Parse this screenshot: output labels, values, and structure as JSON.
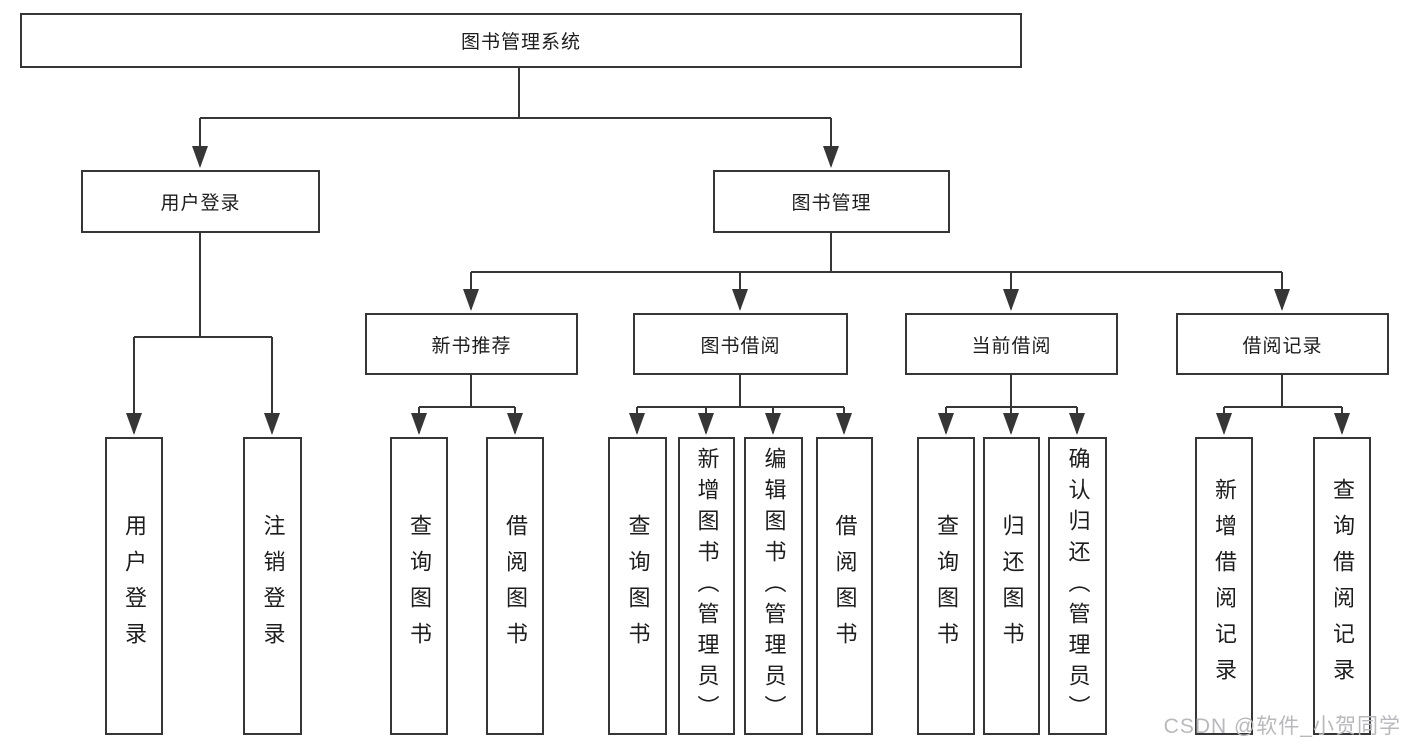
{
  "diagram": {
    "type": "hierarchy-tree",
    "subject": "library management system functional structure",
    "colors": {
      "background": "#ffffff",
      "line": "#363636",
      "box_border": "#363636",
      "box_fill": "#ffffff",
      "text": "#1d1d1d",
      "watermark": "#b9b9bd"
    }
  },
  "nodes": {
    "root": {
      "label": "图书管理系统"
    },
    "user_login": {
      "label": "用户登录"
    },
    "book_mgmt": {
      "label": "图书管理"
    },
    "new_books": {
      "label": "新书推荐"
    },
    "book_borrow": {
      "label": "图书借阅"
    },
    "current_borrow": {
      "label": "当前借阅"
    },
    "borrow_records": {
      "label": "借阅记录"
    },
    "leaf_user_login": {
      "label": "用户登录"
    },
    "leaf_logout": {
      "label": "注销登录"
    },
    "leaf_nb_query": {
      "label": "查询图书"
    },
    "leaf_nb_borrow": {
      "label": "借阅图书"
    },
    "leaf_bw_query": {
      "label": "查询图书"
    },
    "leaf_bw_add": {
      "label": "新增图书（管理员）"
    },
    "leaf_bw_edit": {
      "label": "编辑图书（管理员）"
    },
    "leaf_bw_borrow": {
      "label": "借阅图书"
    },
    "leaf_cur_query": {
      "label": "查询图书"
    },
    "leaf_cur_return": {
      "label": "归还图书"
    },
    "leaf_cur_confirm": {
      "label": "确认归还（管理员）"
    },
    "leaf_rec_add": {
      "label": "新增借阅记录"
    },
    "leaf_rec_query": {
      "label": "查询借阅记录"
    }
  },
  "hierarchy": {
    "图书管理系统": [
      "用户登录",
      "图书管理"
    ],
    "用户登录": [
      "用户登录",
      "注销登录"
    ],
    "图书管理": [
      "新书推荐",
      "图书借阅",
      "当前借阅",
      "借阅记录"
    ],
    "新书推荐": [
      "查询图书",
      "借阅图书"
    ],
    "图书借阅": [
      "查询图书",
      "新增图书（管理员）",
      "编辑图书（管理员）",
      "借阅图书"
    ],
    "当前借阅": [
      "查询图书",
      "归还图书",
      "确认归还（管理员）"
    ],
    "借阅记录": [
      "新增借阅记录",
      "查询借阅记录"
    ]
  },
  "watermark": {
    "text": "CSDN @软件_小贺同学"
  }
}
